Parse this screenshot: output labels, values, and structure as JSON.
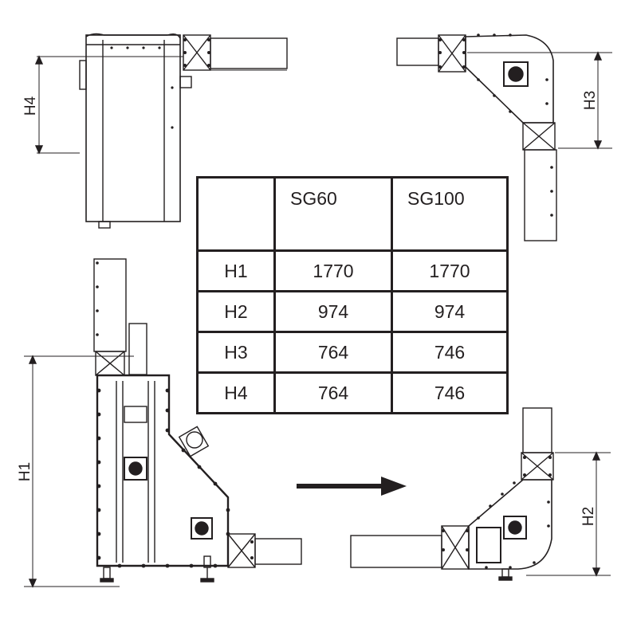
{
  "table": {
    "columns": [
      "",
      "SG60",
      "SG100"
    ],
    "rows": [
      {
        "label": "H1",
        "sg60": "1770",
        "sg100": "1770"
      },
      {
        "label": "H2",
        "sg60": "974",
        "sg100": "974"
      },
      {
        "label": "H3",
        "sg60": "764",
        "sg100": "746"
      },
      {
        "label": "H4",
        "sg60": "764",
        "sg100": "746"
      }
    ]
  },
  "dimensions": {
    "h1": "H1",
    "h2": "H2",
    "h3": "H3",
    "h4": "H4"
  },
  "colors": {
    "line": "#231f20",
    "background": "#ffffff"
  },
  "icons": [
    "motor-flange-icon",
    "flow-arrow-icon"
  ]
}
